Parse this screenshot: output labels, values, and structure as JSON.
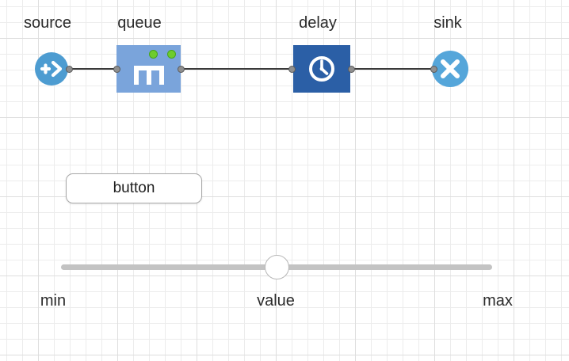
{
  "app": {
    "name": "simulation model canvas"
  },
  "palette": {
    "source_fill": "#4d9cd1",
    "queue_fill": "#7aa4db",
    "delay_fill": "#2b5fa6",
    "sink_fill": "#55a6da",
    "indicator_green": "#6ecc2d",
    "connector": "#3a3a3a",
    "port_fill": "#8f8f8f",
    "slider_track": "#c3c3c3",
    "label_text": "#2b2b2b"
  },
  "flowchart": {
    "blocks": [
      {
        "name": "source",
        "label": "source",
        "shape": "circle",
        "icon": "plus-arrow"
      },
      {
        "name": "queue",
        "label": "queue",
        "shape": "rect",
        "icon": "queue-slots",
        "status_dot_count": 2
      },
      {
        "name": "delay",
        "label": "delay",
        "shape": "rect",
        "icon": "clock"
      },
      {
        "name": "sink",
        "label": "sink",
        "shape": "circle",
        "icon": "x-cross"
      }
    ],
    "connections": [
      "source-queue",
      "queue-delay",
      "delay-sink"
    ]
  },
  "controls": {
    "button": {
      "label": "button"
    },
    "slider": {
      "min_label": "min",
      "value_label": "value",
      "max_label": "max",
      "position_fraction": 0.5
    }
  }
}
